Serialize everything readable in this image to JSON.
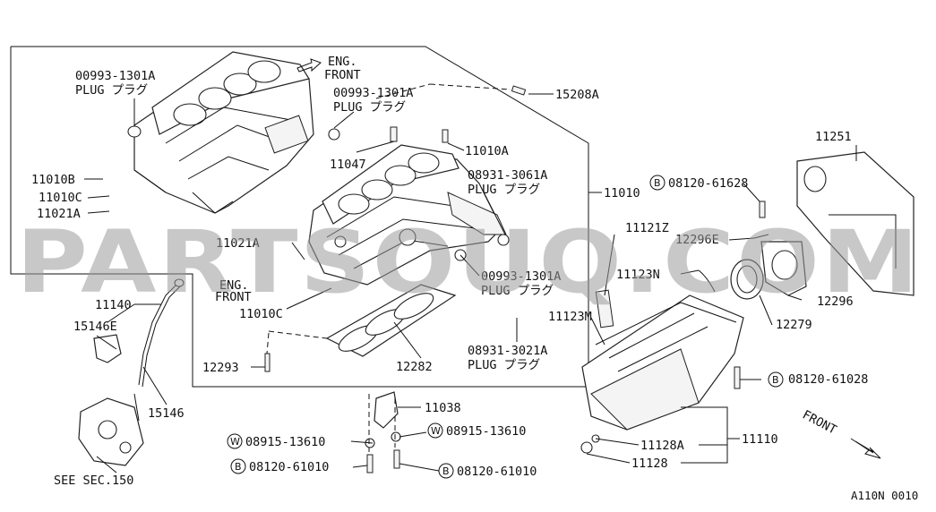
{
  "watermark": "PARTSOUQ.COM",
  "diagram_code": "A110N 0010",
  "labels": {
    "plug_1": "00993-1301A",
    "plug_1_sub": "PLUG プラグ",
    "eng_front_top": "ENG.",
    "eng_front_top2": "FRONT",
    "plug_2": "00993-1301A",
    "plug_2_sub": "PLUG プラグ",
    "p15208a": "15208A",
    "p11010a": "11010A",
    "p11047": "11047",
    "p11010b": "11010B",
    "p11010c_l": "11010C",
    "p11021a_l": "11021A",
    "plug_3": "08931-3061A",
    "plug_3_sub": "PLUG プラグ",
    "p11010": "11010",
    "b_61628": "08120-61628",
    "p11251": "11251",
    "p11021a_m": "11021A",
    "p11121z": "11121Z",
    "p12296e": "12296E",
    "plug_4": "00993-1301A",
    "plug_4_sub": "PLUG プラグ",
    "p11123n": "11123N",
    "eng_front_mid": "ENG.",
    "eng_front_mid2": "FRONT",
    "p12296": "12296",
    "p11140": "11140",
    "p11010c_m": "11010C",
    "p11123m": "11123M",
    "p12279": "12279",
    "p15146e": "15146E",
    "plug_5": "08931-3021A",
    "plug_5_sub": "PLUG プラグ",
    "p12293": "12293",
    "p12282": "12282",
    "b_61028": "08120-61028",
    "p15146": "15146",
    "p11038": "11038",
    "front": "FRONT",
    "w_13610_l": "08915-13610",
    "w_13610_r": "08915-13610",
    "p11128a": "11128A",
    "p11110": "11110",
    "b_61010_l": "08120-61010",
    "p11128": "11128",
    "b_61010_r": "08120-61010",
    "see_sec": "SEE SEC.150"
  },
  "circle_letters": {
    "b": "B",
    "w": "W"
  }
}
